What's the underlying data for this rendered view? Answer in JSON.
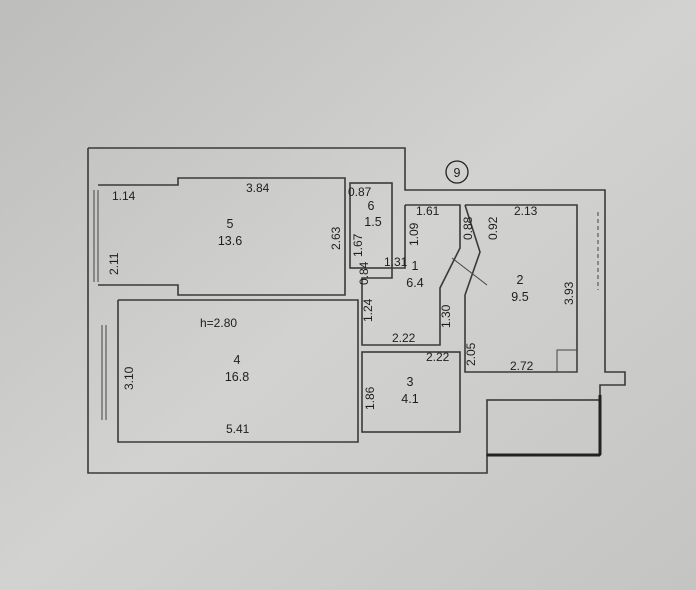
{
  "plan": {
    "axis_marker": "9",
    "ceiling_height": "h=2.80",
    "rooms": [
      {
        "number": "1",
        "area": "6.4"
      },
      {
        "number": "2",
        "area": "9.5"
      },
      {
        "number": "3",
        "area": "4.1"
      },
      {
        "number": "4",
        "area": "16.8"
      },
      {
        "number": "5",
        "area": "13.6"
      },
      {
        "number": "6",
        "area": "1.5"
      }
    ],
    "dimensions": {
      "d_1_14": "1.14",
      "d_3_84": "3.84",
      "d_2_11": "2.11",
      "d_2_63": "2.63",
      "d_0_87": "0.87",
      "d_1_67": "1.67",
      "d_1_09": "1.09",
      "d_1_61": "1.61",
      "d_0_88": "0.88",
      "d_0_92": "0.92",
      "d_2_13": "2.13",
      "d_3_93": "3.93",
      "d_0_84": "0.84",
      "d_1_31": "1.31",
      "d_1_24": "1.24",
      "d_1_30": "1.30",
      "d_2_22a": "2.22",
      "d_2_22b": "2.22",
      "d_2_05": "2.05",
      "d_2_72": "2.72",
      "d_3_10": "3.10",
      "d_1_86": "1.86",
      "d_5_41": "5.41"
    }
  }
}
